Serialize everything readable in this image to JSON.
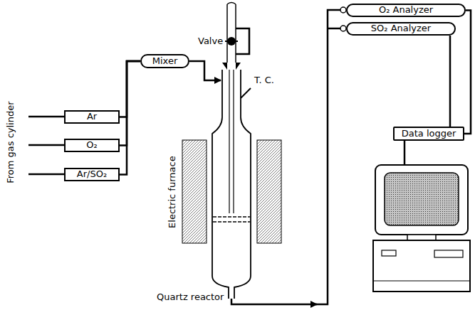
{
  "diagram": {
    "nodes": [
      {
        "text": [
          "Ar"
        ]
      },
      {
        "text": [
          "O₂"
        ]
      },
      {
        "text": [
          "Ar/SO₂"
        ]
      },
      {
        "text": [
          "Mixer"
        ]
      },
      {
        "text": [
          "O₂ Analyzer"
        ]
      },
      {
        "text": [
          "SO₂ Analyzer"
        ]
      },
      {
        "text": [
          "Data logger"
        ]
      }
    ],
    "edges": [
      {
        "from": 0,
        "to": 3,
        "arrow": "none"
      },
      {
        "from": 1,
        "to": 3,
        "arrow": "none"
      },
      {
        "from": 2,
        "to": 3,
        "arrow": "none"
      },
      {
        "from": 4,
        "to": 6,
        "arrow": "none"
      },
      {
        "from": 5,
        "to": 6,
        "arrow": "none"
      }
    ],
    "labels": [
      "From gas cylinder",
      "Valve",
      "T. C.",
      "Electric furnace",
      "Quartz reactor"
    ]
  }
}
